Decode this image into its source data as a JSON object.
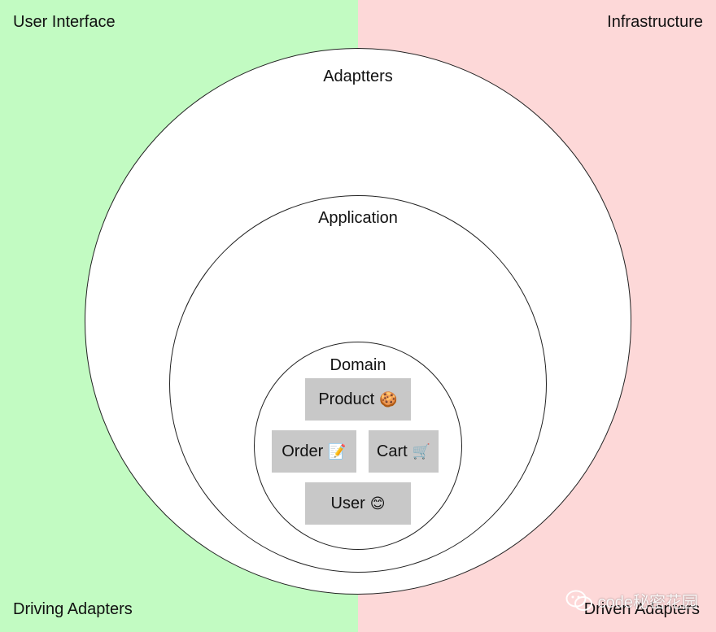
{
  "corners": {
    "top_left": "User Interface",
    "top_right": "Infrastructure",
    "bottom_left": "Driving Adapters",
    "bottom_right": "Driven Adapters"
  },
  "layers": {
    "adapters": "Adaptters",
    "application": "Application",
    "domain": "Domain"
  },
  "entities": {
    "product": {
      "label": "Product",
      "emoji": "🍪"
    },
    "order": {
      "label": "Order",
      "emoji": "📝"
    },
    "cart": {
      "label": "Cart",
      "emoji": "🛒"
    },
    "user": {
      "label": "User",
      "emoji": "😊"
    }
  },
  "colors": {
    "left_half": "#c2fbc2",
    "right_half": "#fdd8d8",
    "entity_box": "#c8c8c8"
  },
  "watermark": {
    "text": "code秘密花园",
    "icon": "wechat-icon"
  }
}
